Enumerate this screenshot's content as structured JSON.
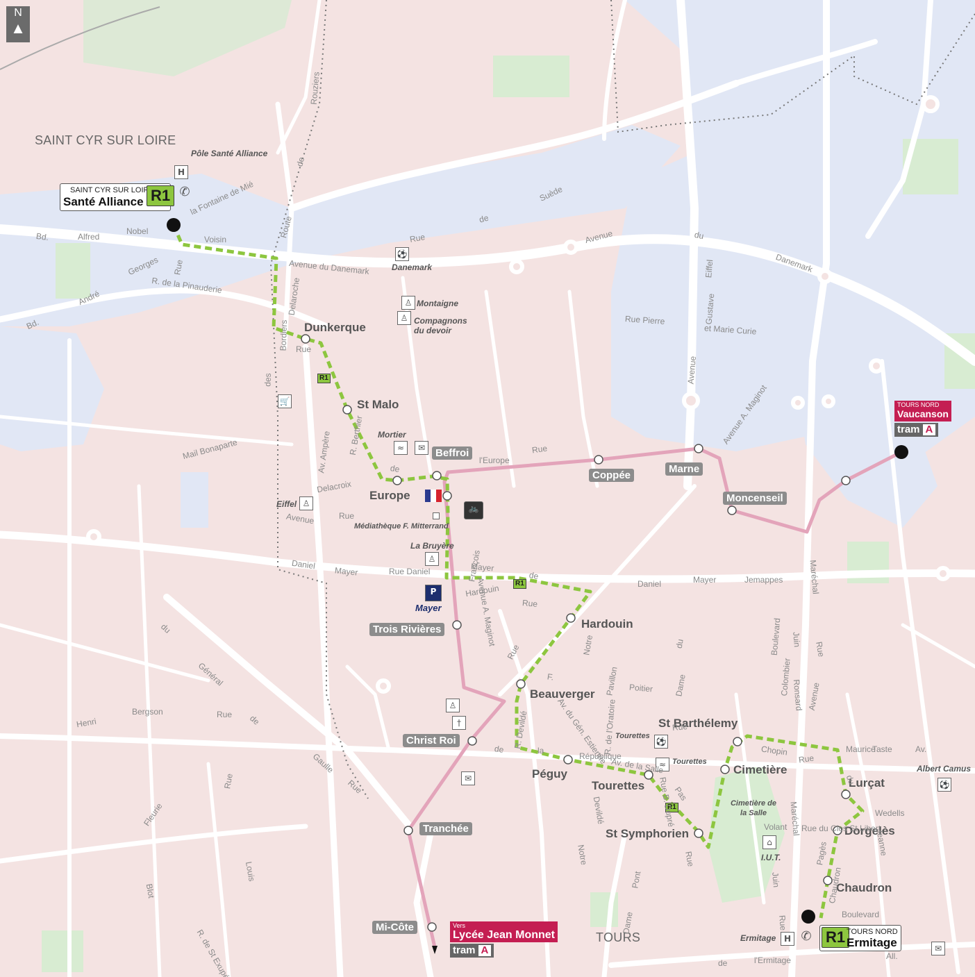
{
  "north": {
    "label": "N"
  },
  "cities": {
    "saint_cyr": "SAINT CYR SUR LOIRE",
    "tours": "TOURS"
  },
  "terminus_north_west": {
    "small": "SAINT CYR SUR LOIRE",
    "name": "Santé Alliance",
    "line": "R1"
  },
  "terminus_south_east": {
    "small": "TOURS NORD",
    "name": "Ermitage",
    "line": "R1"
  },
  "tram_vaucanson": {
    "small": "TOURS NORD",
    "name": "Vaucanson",
    "mode": "tram",
    "line": "A"
  },
  "tram_monnet": {
    "small": "Vers",
    "name": "Lycée Jean Monnet",
    "mode": "tram",
    "line": "A"
  },
  "r1_label": "R1",
  "stops_bold": [
    "Dunkerque",
    "St Malo",
    "Europe",
    "Hardouin",
    "Beauverger",
    "Péguy",
    "Tourettes",
    "St Symphorien",
    "St Barthélemy",
    "Cimetière",
    "Lurçat",
    "Dorgelès",
    "Chaudron"
  ],
  "stops_tram": [
    "Beffroi",
    "Coppée",
    "Marne",
    "Moncenseil",
    "Trois Rivières",
    "Christ Roi",
    "Tranchée",
    "Mi-Côte"
  ],
  "pois": [
    "Pôle Santé Alliance",
    "Danemark",
    "Montaigne",
    "Compagnons du devoir",
    "Mortier",
    "Eiffel",
    "Médiathèque F. Mitterrand",
    "La Bruyère",
    "Mayer",
    "Tourettes",
    "Tourettes",
    "Albert Camus",
    "Cimetière de la Salle",
    "I.U.T.",
    "Ermitage"
  ],
  "streets": [
    "Bd.",
    "Alfred",
    "Nobel",
    "Voisin",
    "Georges",
    "Rue",
    "R. de la Pinauderie",
    "André",
    "Bd.",
    "la Fontaine de Mié",
    "Rouziers",
    "de",
    "Route",
    "de",
    "Suède",
    "Avenue",
    "du",
    "Danemark",
    "Rue",
    "Avenue du Danemark",
    "Rue Pierre",
    "et Marie Curie",
    "Gustave",
    "Eiffel",
    "Avenue",
    "Avenue A. Maginot",
    "Rue",
    "des",
    "Bordiers",
    "Delaroche",
    "R. Berthier",
    "Av. Ampère",
    "Mail Bonaparte",
    "Delacroix",
    "Rue",
    "Avenue",
    "de",
    "l'Europe",
    "Rue",
    "Daniel",
    "Mayer",
    "Rue Daniel",
    "Mayer",
    "de",
    "François",
    "Hardouin",
    "Rue",
    "Daniel",
    "Mayer",
    "Jemappes",
    "Avenue A. Maginot",
    "Rue",
    "F.",
    "Pavillon",
    "Poitier",
    "Notre",
    "Dame",
    "du",
    "Colombier",
    "Boulevard",
    "Maréchal",
    "Juin",
    "Ronsard",
    "Rue",
    "Avenue",
    "du",
    "Général",
    "de",
    "Gaulle",
    "Rue",
    "Henri",
    "Bergson",
    "Rue",
    "Rue",
    "Fleurie",
    "Louis",
    "Blot",
    "R. de St Exupéry",
    "R. Devildé",
    "Av. du Gén. Estienne",
    "R. de l'Oratoire",
    "Rue",
    "Chopin",
    "Rue",
    "Maurice",
    "Taste",
    "Av.",
    "de",
    "la",
    "République",
    "Av. de la Salle",
    "Pas",
    "Rue B. Dupré",
    "Rue",
    "Devildé",
    "Notre",
    "Dame",
    "Pont",
    "Volant",
    "Rue du Clos St Libert",
    "Wedells",
    "Jeanne",
    "du",
    "Chaudron",
    "Pagès",
    "Boulevard",
    "Maréchal",
    "Juin",
    "Rue",
    "de",
    "l'Ermitage",
    "All."
  ],
  "icons": [
    "hospital-icon",
    "phone-icon",
    "sport-icon",
    "school-icon",
    "shop-icon",
    "post-icon",
    "flag-icon",
    "bike-icon",
    "park-ride-icon",
    "church-icon",
    "pool-icon",
    "cemetery-icon"
  ]
}
